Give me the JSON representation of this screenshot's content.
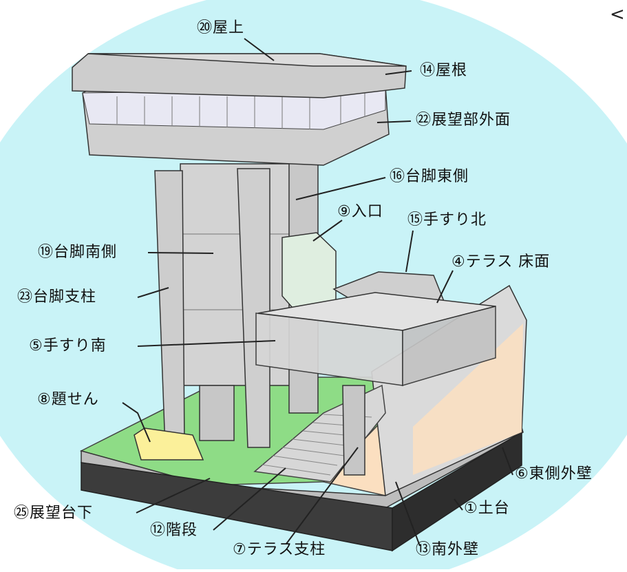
{
  "background_color": "#c9f3f7",
  "corner_mark": "<",
  "labels": {
    "rooftop": "⑳屋上",
    "roof": "⑭屋根",
    "observation_exterior": "㉒展望部外面",
    "leg_east": "⑯台脚東側",
    "entrance": "⑨入口",
    "handrail_north": "⑮手すり北",
    "terrace_floor": "④テラス 床面",
    "leg_south": "⑲台脚南側",
    "leg_pillar": "㉓台脚支柱",
    "handrail_south": "⑤手すり南",
    "signboard": "⑧題せん",
    "east_outer_wall": "⑥東側外壁",
    "foundation": "①土台",
    "under_observation_deck": "㉕展望台下",
    "stairs": "⑫階段",
    "terrace_pillar": "⑦テラス支柱",
    "south_outer_wall": "⑬南外壁"
  }
}
